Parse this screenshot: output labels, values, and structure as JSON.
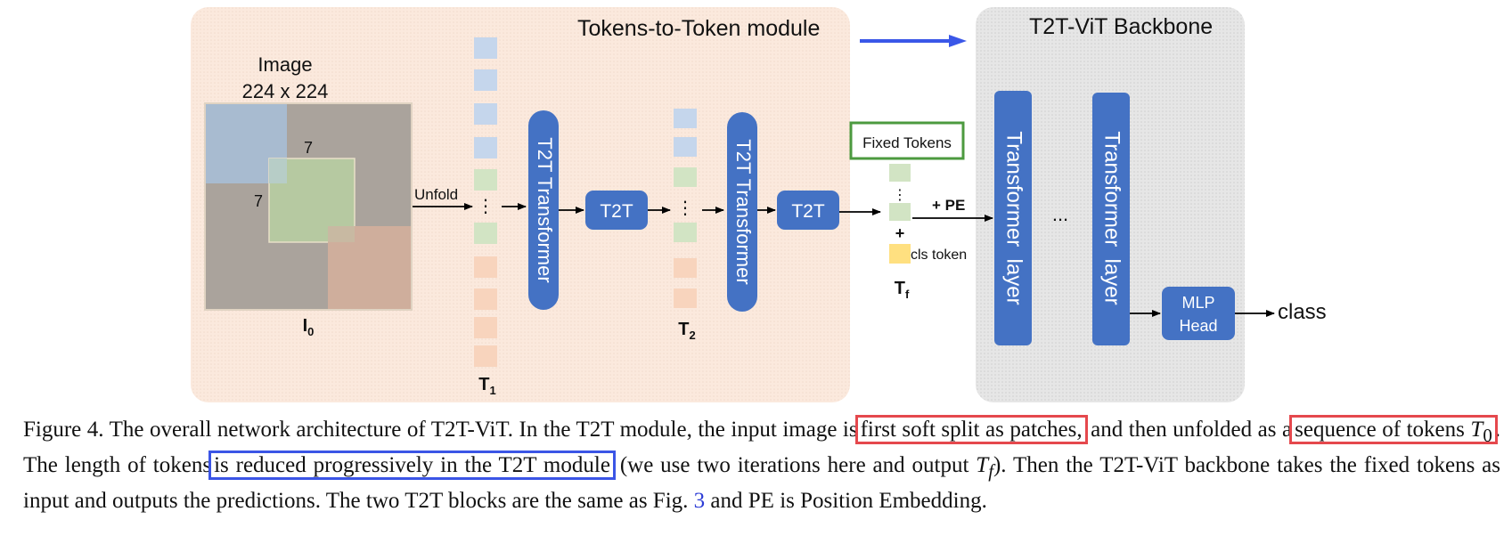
{
  "figure": {
    "t2t_module_title": "Tokens-to-Token module",
    "backbone_title": "T2T-ViT Backbone",
    "image_label_line1": "Image",
    "image_label_line2": "224 x 224",
    "patch_size_a": "7",
    "patch_size_b": "7",
    "i0_label": "I",
    "i0_sub": "0",
    "unfold_label": "Unfold",
    "t1_label": "T",
    "t1_sub": "1",
    "t2_label": "T",
    "t2_sub": "2",
    "tf_label": "T",
    "tf_sub": "f",
    "t2t_transformer_1": "T2T Transformer",
    "t2t_block_1": "T2T",
    "t2t_transformer_2": "T2T Transformer",
    "t2t_block_2": "T2T",
    "fixed_tokens_label": "Fixed Tokens",
    "plus_sign": "+",
    "cls_token_label": "cls token",
    "pe_label": "+ PE",
    "transformer_layer_1": "Transformer  layer",
    "ellipsis": "...",
    "transformer_layer_2": "Transformer  layer",
    "mlp_head_line1": "MLP",
    "mlp_head_line2": "Head",
    "class_label": "class",
    "colors": {
      "module_bg": "#fbe9dd",
      "backbone_bg": "#e4e4e4",
      "block_blue": "#4472c4",
      "token_blue": "#c5d6ec",
      "token_green": "#d2e4c4",
      "token_orange": "#f8d4bd",
      "cls_yellow": "#ffe080",
      "fixed_border": "#4c9a3f",
      "arrow_blue": "#3a57e8"
    }
  },
  "caption": {
    "fig_label": "Figure 4.",
    "p1": " The overall network architecture of T2T-ViT. In the T2T module, the input image is",
    "h1": "first soft split as patches,",
    "p2": " and then unfolded as a",
    "h2a": "sequence of tokens ",
    "h2_math": "T",
    "h2_sub": "0",
    "p3": ". The length of tokens",
    "h3": "is reduced progressively in the T2T module",
    "p4": " (we use two iterations here and output ",
    "tf_math": "T",
    "tf_sub": "f",
    "p5": "). Then the T2T-ViT backbone takes the fixed tokens as input and outputs the predictions. The two T2T blocks are the same as Fig. ",
    "ref": "3",
    "p6": " and PE is Position Embedding."
  }
}
